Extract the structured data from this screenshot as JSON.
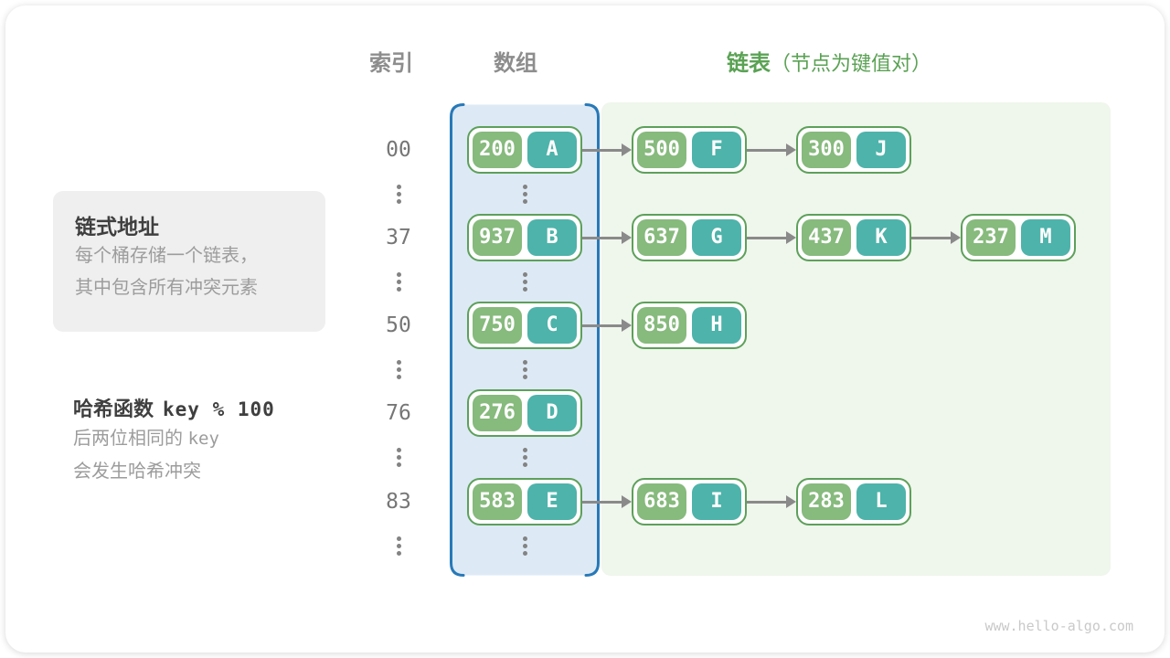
{
  "headers": {
    "index": "索引",
    "array": "数组",
    "list": "链表",
    "list_annotation": "（节点为键值对）"
  },
  "info_box": {
    "title": "链式地址",
    "lines": [
      "每个桶存储一个链表，",
      "其中包含所有冲突元素"
    ]
  },
  "hash_note": {
    "label": "哈希函数",
    "formula": "key % 100",
    "line1_text": "后两位相同的",
    "line1_code": "key",
    "line2": "会发生哈希冲突"
  },
  "rows": [
    {
      "index": "00",
      "nodes": [
        {
          "key": "200",
          "value": "A"
        },
        {
          "key": "500",
          "value": "F"
        },
        {
          "key": "300",
          "value": "J"
        }
      ]
    },
    {
      "index": "37",
      "nodes": [
        {
          "key": "937",
          "value": "B"
        },
        {
          "key": "637",
          "value": "G"
        },
        {
          "key": "437",
          "value": "K"
        },
        {
          "key": "237",
          "value": "M"
        }
      ]
    },
    {
      "index": "50",
      "nodes": [
        {
          "key": "750",
          "value": "C"
        },
        {
          "key": "850",
          "value": "H"
        }
      ]
    },
    {
      "index": "76",
      "nodes": [
        {
          "key": "276",
          "value": "D"
        }
      ]
    },
    {
      "index": "83",
      "nodes": [
        {
          "key": "583",
          "value": "E"
        },
        {
          "key": "683",
          "value": "I"
        },
        {
          "key": "283",
          "value": "L"
        }
      ]
    }
  ],
  "watermark": "www.hello-algo.com",
  "colors": {
    "node_border": "#5da05a",
    "node_key_bg": "#87ba7d",
    "node_value_bg": "#4eb3aa",
    "array_fill": "#ddeaf5",
    "array_border": "#2779b8",
    "list_panel_bg": "#eff6ec",
    "header_green": "#5aa254",
    "arrow_gray": "#8a8a8a"
  }
}
